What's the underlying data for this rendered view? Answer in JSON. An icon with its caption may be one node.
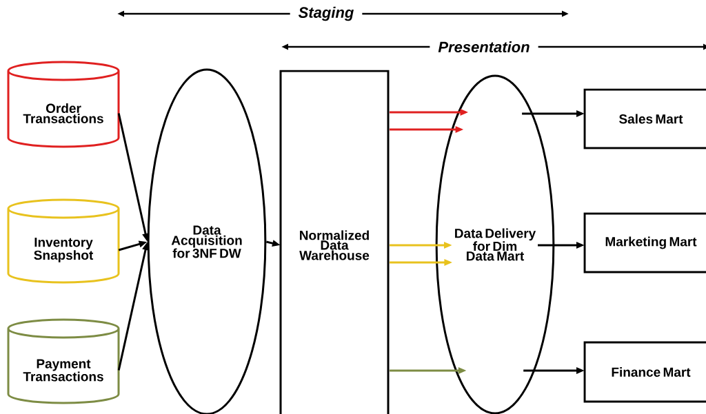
{
  "diagram": {
    "nodes": [
      {
        "text": [
          "Order Transactions"
        ]
      },
      {
        "text": [
          "Inventory Snapshot"
        ]
      },
      {
        "text": [
          "Payment Transactions"
        ]
      },
      {
        "text": [
          "Data Acquisition for 3NF DW"
        ]
      },
      {
        "text": [
          "Normalized Data Warehouse"
        ]
      },
      {
        "text": [
          "Data Delivery for Dim Data Mart"
        ]
      },
      {
        "text": [
          "Sales Mart"
        ]
      },
      {
        "text": [
          "Marketing Mart"
        ]
      },
      {
        "text": [
          "Finance Mart"
        ]
      }
    ],
    "edges": [
      {
        "from": 0,
        "to": 3,
        "arrow": "to"
      },
      {
        "from": 1,
        "to": 3,
        "arrow": "to"
      },
      {
        "from": 2,
        "to": 3,
        "arrow": "to"
      },
      {
        "from": 3,
        "to": 4,
        "arrow": "to"
      },
      {
        "from": 4,
        "to": 5,
        "arrow": "to",
        "color": "#e02020"
      },
      {
        "from": 4,
        "to": 5,
        "arrow": "to",
        "color": "#e02020"
      },
      {
        "from": 4,
        "to": 5,
        "arrow": "to",
        "color": "#e8c21e"
      },
      {
        "from": 4,
        "to": 5,
        "arrow": "to",
        "color": "#e8c21e"
      },
      {
        "from": 4,
        "to": 5,
        "arrow": "to",
        "color": "#7d8c44"
      },
      {
        "from": 5,
        "to": 6,
        "arrow": "to"
      },
      {
        "from": 5,
        "to": 7,
        "arrow": "to"
      },
      {
        "from": 5,
        "to": 8,
        "arrow": "to"
      }
    ],
    "labels": [
      "Staging",
      "Presentation"
    ]
  }
}
